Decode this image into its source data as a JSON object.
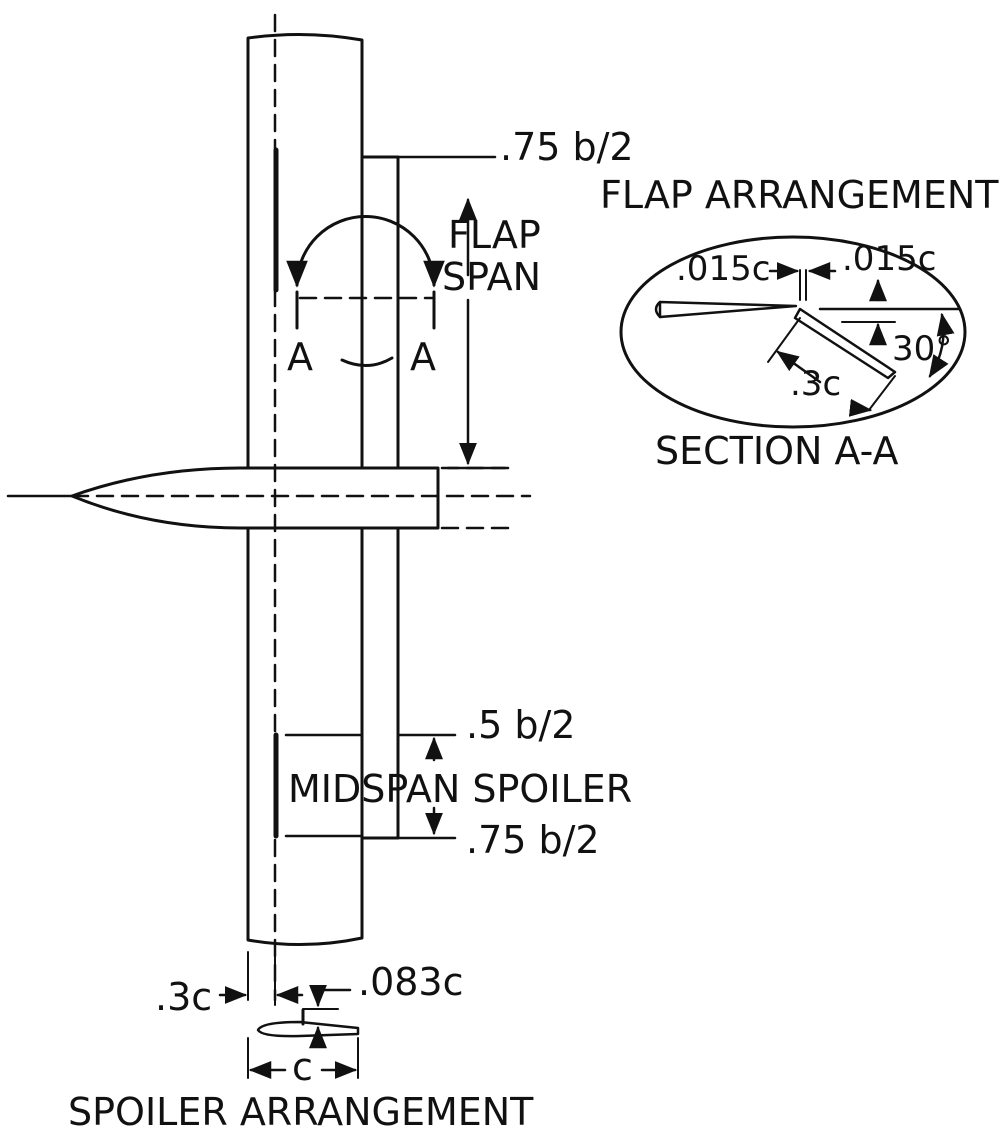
{
  "labels": {
    "flap_station": ".75 b/2",
    "flap_span_line1": "FLAP",
    "flap_span_line2": "SPAN",
    "section_cut_left": "A",
    "section_cut_right": "A",
    "flap_arrangement_title": "FLAP ARRANGEMENT",
    "gap_left": ".015c",
    "gap_right": ".015c",
    "flap_angle": "30°",
    "flap_chord": ".3c",
    "section_title": "SECTION A-A",
    "spoiler_inboard_station": ".5 b/2",
    "midspan_spoiler": "MIDSPAN SPOILER",
    "spoiler_outboard_station": ".75 b/2",
    "spoiler_location": ".3c",
    "spoiler_height": ".083c",
    "chord": "c",
    "spoiler_arrangement_title": "SPOILER ARRANGEMENT"
  }
}
